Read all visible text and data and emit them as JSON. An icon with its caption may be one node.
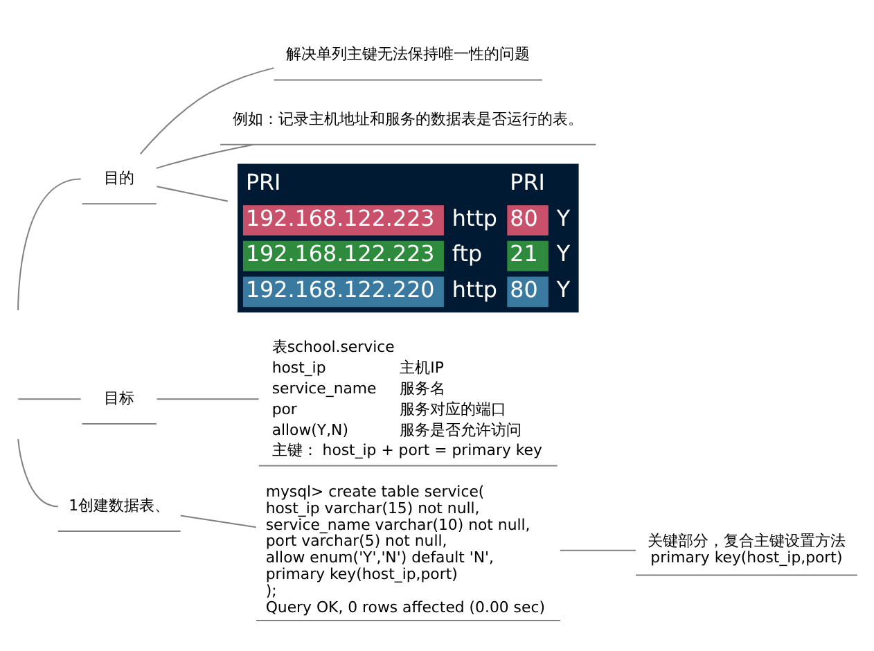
{
  "diagram": {
    "nodes": [
      {
        "text": [
          "目的"
        ]
      },
      {
        "text": [
          "解决单列主键无法保持唯一性的问题"
        ]
      },
      {
        "text": [
          "例如：记录主机地址和服务的数据表是否运行的表。"
        ]
      },
      {
        "text": [
          "PRI",
          "PRI",
          "192.168.122.223",
          "http",
          "80",
          "Y",
          "192.168.122.223",
          "ftp",
          "21",
          "Y",
          "192.168.122.220",
          "http",
          "80",
          "Y"
        ]
      },
      {
        "text": [
          "目标"
        ]
      },
      {
        "text": [
          "表school.service",
          "host_ip",
          "主机IP",
          "service_name",
          "服务名",
          "por",
          "服务对应的端口",
          "allow(Y,N)",
          "服务是否允许访问",
          "主键： host_ip + port = primary key"
        ]
      },
      {
        "text": [
          "1创建数据表、"
        ]
      },
      {
        "text": [
          "mysql> create table service(",
          "host_ip varchar(15) not null,",
          "service_name varchar(10) not null,",
          "port varchar(5) not null,",
          "allow enum('Y','N') default 'N',",
          "primary key(host_ip,port)",
          ");",
          "Query OK, 0 rows affected (0.00 sec)"
        ]
      },
      {
        "text": [
          "关键部分，复合主键设置方法",
          "primary key(host_ip,port)"
        ]
      }
    ],
    "edges": [
      {
        "from": null,
        "to": 0,
        "arrow": "none"
      },
      {
        "from": 0,
        "to": 1,
        "arrow": "none"
      },
      {
        "from": 0,
        "to": 2,
        "arrow": "none"
      },
      {
        "from": 0,
        "to": 3,
        "arrow": "none"
      },
      {
        "from": null,
        "to": 4,
        "arrow": "none"
      },
      {
        "from": 4,
        "to": 5,
        "arrow": "none"
      },
      {
        "from": null,
        "to": 6,
        "arrow": "none"
      },
      {
        "from": 6,
        "to": 7,
        "arrow": "none"
      },
      {
        "from": 7,
        "to": 8,
        "arrow": "none"
      }
    ]
  }
}
